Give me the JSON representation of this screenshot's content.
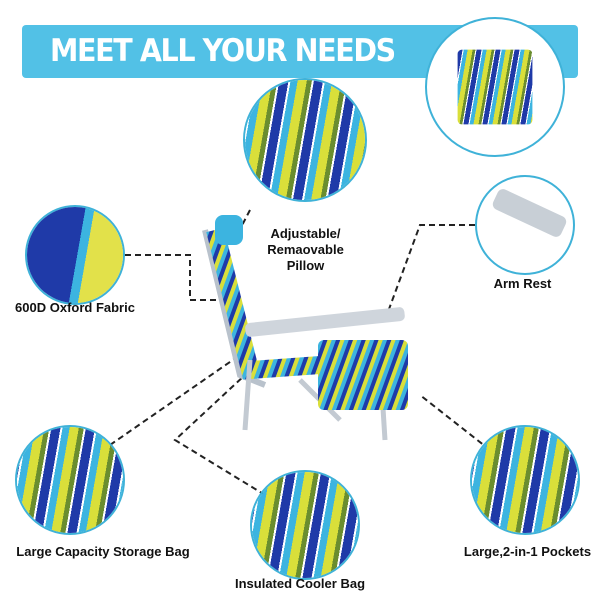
{
  "banner": {
    "title": "MEET ALL YOUR NEEDS"
  },
  "features": [
    {
      "label": "Adjustable/ Remaovable Pillow"
    },
    {
      "label": "600D Oxford Fabric"
    },
    {
      "label": "Arm Rest"
    },
    {
      "label": "Large Capacity Storage Bag"
    },
    {
      "label": "Insulated Cooler Bag"
    },
    {
      "label": "Large,2-in-1 Pockets"
    }
  ],
  "colors": {
    "accent": "#52c1e6",
    "navy": "#1f3aa8",
    "yellow": "#d9df3a"
  }
}
